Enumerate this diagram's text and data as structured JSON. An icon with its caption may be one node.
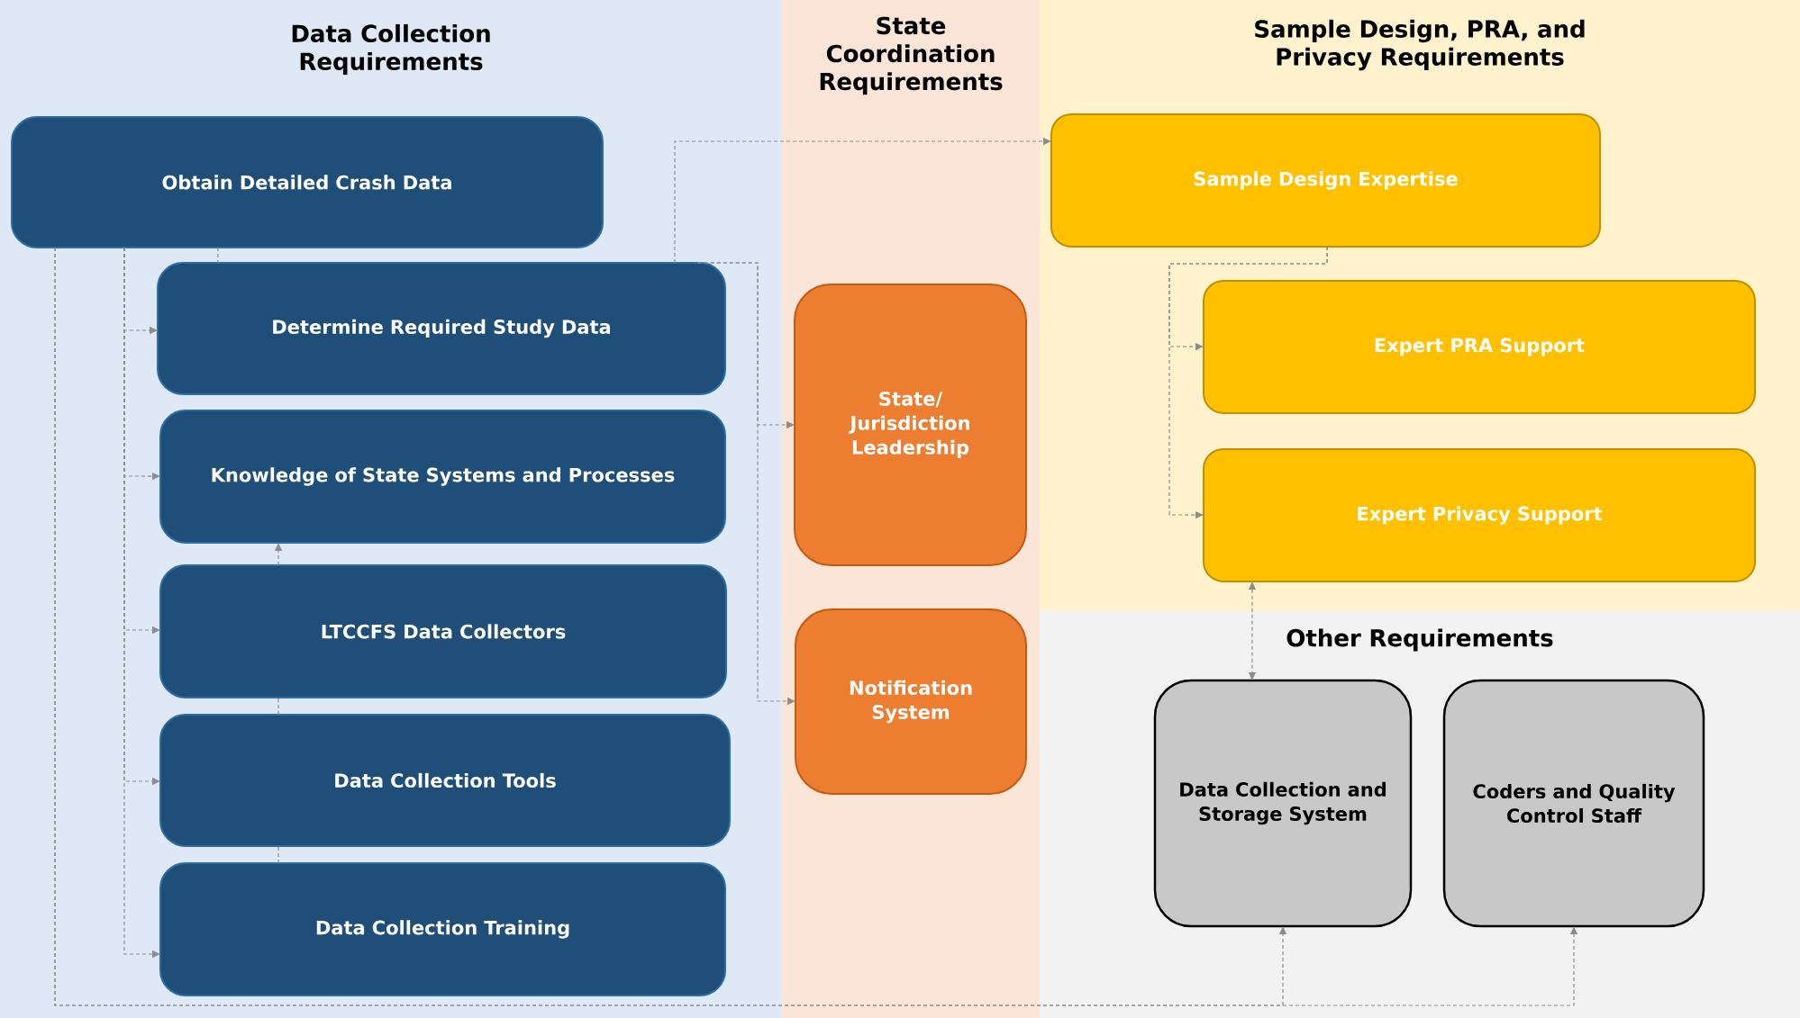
{
  "diagram": {
    "nodes": [
      {
        "text": [
          "Data Collection Requirements"
        ]
      },
      {
        "text": [
          "Obtain Detailed Crash Data"
        ],
        "in": 0
      },
      {
        "text": [
          "Determine Required Study Data"
        ],
        "in": 0
      },
      {
        "text": [
          "Knowledge of State Systems and Processes"
        ],
        "in": 0
      },
      {
        "text": [
          "LTCCFS Data Collectors"
        ],
        "in": 0
      },
      {
        "text": [
          "Data Collection Tools"
        ],
        "in": 0
      },
      {
        "text": [
          "Data Collection Training"
        ],
        "in": 0
      },
      {
        "text": [
          "State Coordination Requirements"
        ]
      },
      {
        "text": [
          "State/ Jurisdiction Leadership"
        ],
        "in": 7
      },
      {
        "text": [
          "Notification System"
        ],
        "in": 7
      },
      {
        "text": [
          "Sample Design, PRA, and Privacy Requirements"
        ]
      },
      {
        "text": [
          "Sample Design Expertise"
        ],
        "in": 10
      },
      {
        "text": [
          "Expert PRA Support"
        ],
        "in": 10
      },
      {
        "text": [
          "Expert Privacy Support"
        ],
        "in": 10
      },
      {
        "text": [
          "Other Requirements"
        ]
      },
      {
        "text": [
          "Data Collection and Storage System"
        ],
        "in": 14
      },
      {
        "text": [
          "Coders and Quality Control Staff"
        ],
        "in": 14
      }
    ],
    "edges": [
      {
        "from": 1,
        "to": 2,
        "arrow": "to"
      },
      {
        "from": 1,
        "to": 3,
        "arrow": "to"
      },
      {
        "from": 1,
        "to": 4,
        "arrow": "to"
      },
      {
        "from": 1,
        "to": 5,
        "arrow": "to"
      },
      {
        "from": 1,
        "to": 6,
        "arrow": "to"
      },
      {
        "from": 1,
        "to": 15,
        "arrow": "to"
      },
      {
        "from": 1,
        "to": 16,
        "arrow": "to"
      },
      {
        "from": 2,
        "to": 11,
        "arrow": "to"
      },
      {
        "from": 2,
        "to": 8,
        "arrow": "to"
      },
      {
        "from": 2,
        "to": 9,
        "arrow": "to"
      },
      {
        "from": 4,
        "to": 3,
        "arrow": "to"
      },
      {
        "from": 5,
        "to": 4,
        "arrow": "none"
      },
      {
        "from": 6,
        "to": 5,
        "arrow": "none"
      },
      {
        "from": 1,
        "to": 2,
        "arrow": "none"
      },
      {
        "from": 11,
        "to": 12,
        "arrow": "to"
      },
      {
        "from": 11,
        "to": 13,
        "arrow": "to"
      },
      {
        "from": 13,
        "to": 15,
        "arrow": "both"
      }
    ]
  }
}
